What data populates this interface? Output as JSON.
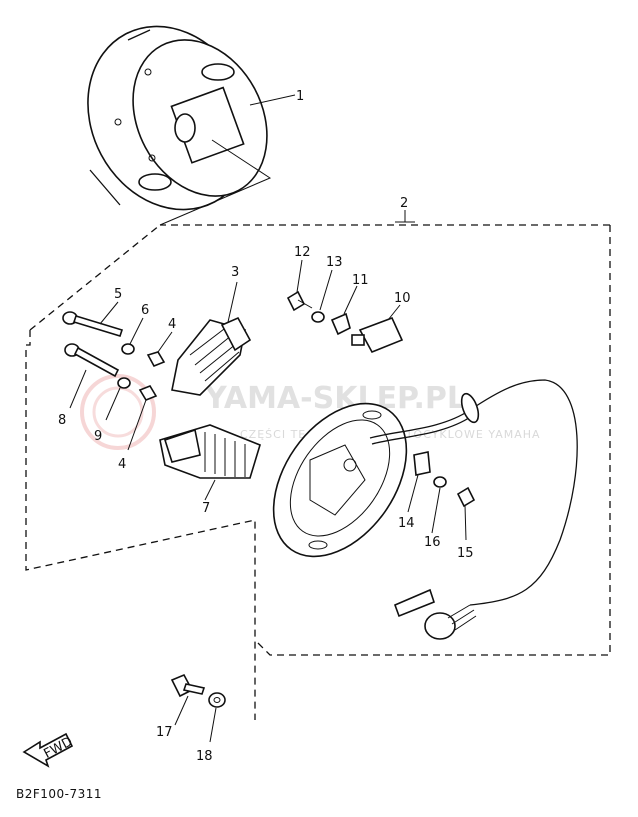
{
  "diagram": {
    "drawing_code": "B2F100-7311",
    "watermark": {
      "title": "YAMA-SKLEP.PL",
      "subtitle": "CZĘŚCI TECHNOLOGIE MOTOCYKLOWE YAMAHA"
    },
    "fwd_label": "FWD",
    "callouts": [
      "1",
      "2",
      "3",
      "4",
      "4",
      "5",
      "6",
      "7",
      "8",
      "9",
      "10",
      "11",
      "12",
      "13",
      "14",
      "15",
      "16",
      "17",
      "18"
    ]
  },
  "colors": {
    "ink": "#111111",
    "paper": "#ffffff",
    "watermark": "#c9c9c9",
    "watermark_logo": "#e58a8a"
  }
}
